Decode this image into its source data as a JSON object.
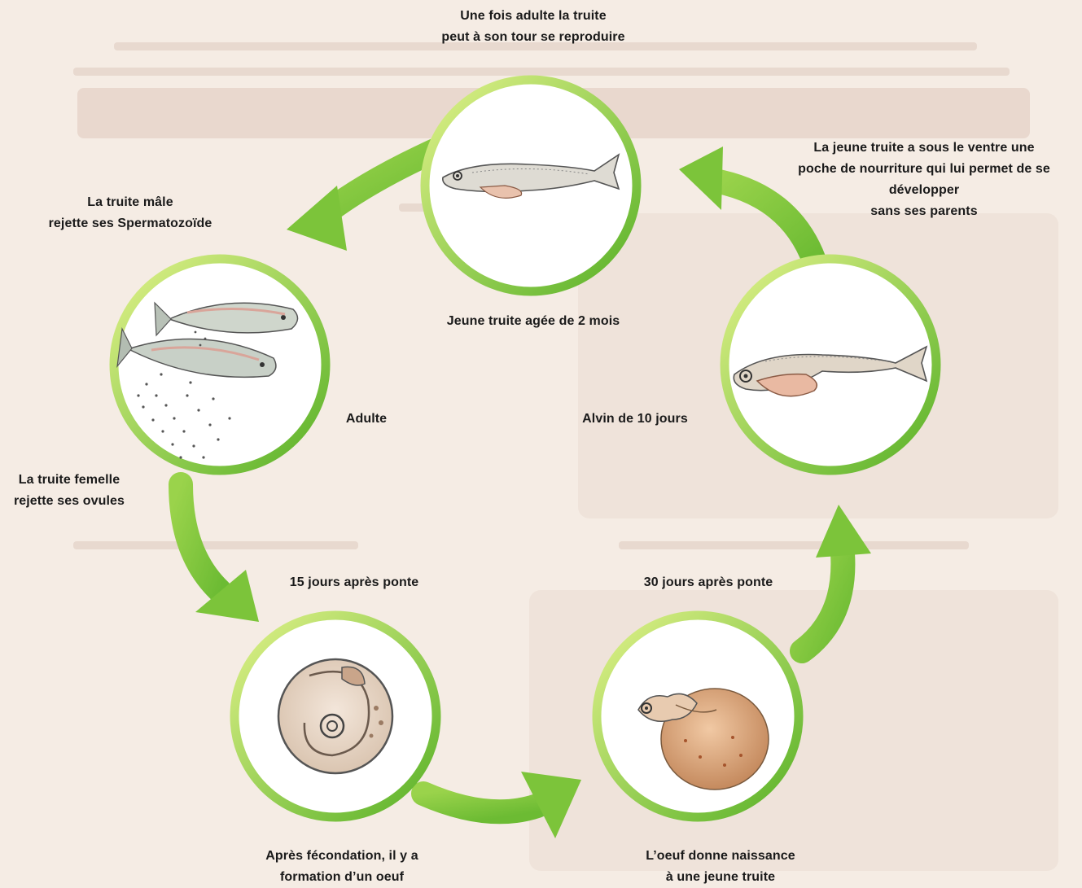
{
  "colors": {
    "ring_light": "#d7ee79",
    "ring_dark": "#5fb62a",
    "arrow": "#86c83d",
    "circle_fill": "#ffffff",
    "background": "#f5ece4"
  },
  "stages": [
    {
      "id": "adult-pair",
      "depiction": "two adult trout releasing sperm and eggs",
      "caption": "Adulte"
    },
    {
      "id": "egg",
      "depiction": "fertilized trout egg",
      "caption_top": "15 jours après ponte",
      "caption_bottom": [
        "Après fécondation, il y a",
        "formation d’un oeuf"
      ]
    },
    {
      "id": "hatching",
      "depiction": "trout hatching from the egg",
      "caption_top": "30 jours après ponte",
      "caption_bottom": [
        "L’oeuf donne naissance",
        "à une jeune truite"
      ]
    },
    {
      "id": "alevin",
      "depiction": "10-day alevin with yolk sac",
      "caption": "Alvin de 10 jours"
    },
    {
      "id": "young-trout",
      "depiction": "2-month young trout",
      "caption": "Jeune truite agée de 2 mois",
      "caption_top": [
        "Une fois adulte la truite",
        "peut à son tour se reproduire"
      ]
    }
  ],
  "side_notes": {
    "male": [
      "La truite mâle",
      "rejette ses Spermatozoïde"
    ],
    "female": [
      "La truite femelle",
      "rejette ses ovules"
    ],
    "yolk": [
      "La jeune truite a sous le ventre une",
      "poche de nourriture qui lui permet de se",
      "développer",
      "sans ses parents"
    ]
  }
}
